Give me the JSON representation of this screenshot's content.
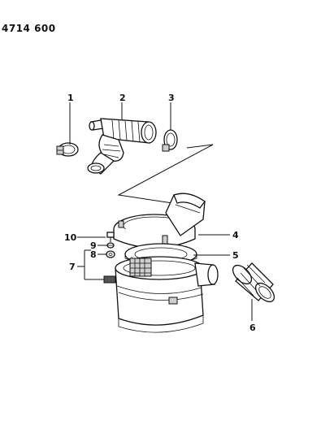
{
  "drawing_code": "4714 600",
  "callouts": {
    "c1": "1",
    "c2": "2",
    "c3": "3",
    "c4": "4",
    "c5": "5",
    "c6": "6",
    "c7": "7",
    "c8": "8",
    "c9": "9",
    "c10": "10"
  }
}
